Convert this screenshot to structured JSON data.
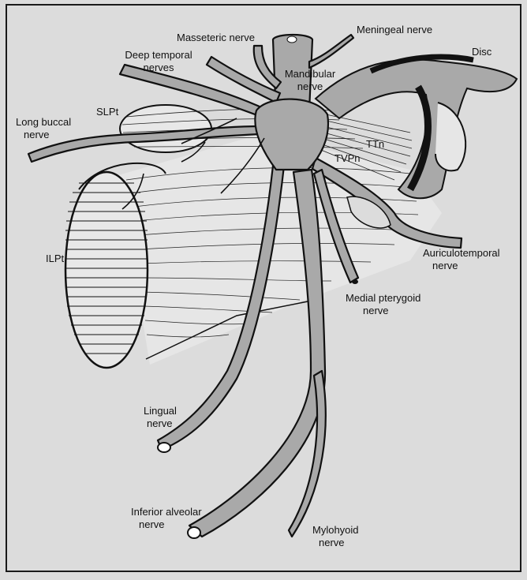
{
  "labels": {
    "masseteric": "Masseteric nerve",
    "meningeal": "Meningeal nerve",
    "disc": "Disc",
    "deep_temporal_1": "Deep temporal",
    "deep_temporal_2": "nerves",
    "mandibular_1": "Mandibular",
    "mandibular_2": "nerve",
    "slpt": "SLPt",
    "long_buccal_1": "Long buccal",
    "long_buccal_2": "nerve",
    "ttn": "TTn",
    "tvpn": "TVPn",
    "ilpt": "ILPt",
    "auriculotemporal_1": "Auriculotemporal",
    "auriculotemporal_2": "nerve",
    "medial_pterygoid_1": "Medial pterygoid",
    "medial_pterygoid_2": "nerve",
    "lingual_1": "Lingual",
    "lingual_2": "nerve",
    "inferior_alveolar_1": "Inferior alveolar",
    "inferior_alveolar_2": "nerve",
    "mylohyoid_1": "Mylohyoid",
    "mylohyoid_2": "nerve"
  },
  "colors": {
    "background": "#dcdcdc",
    "nerve_fill": "#a9a9a9",
    "outline": "#111111",
    "muscle_fill": "#e6e6e6",
    "frame": "#1a1a1a"
  }
}
